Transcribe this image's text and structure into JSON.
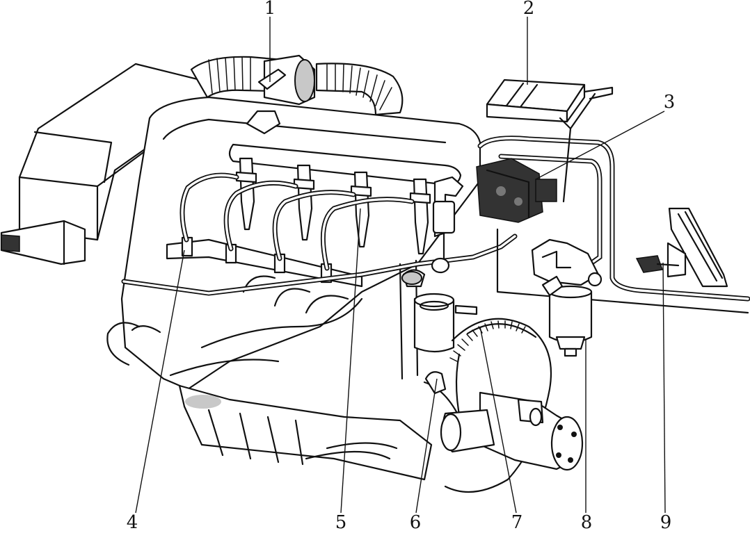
{
  "callouts": {
    "n1": "1",
    "n2": "2",
    "n3": "3",
    "n4": "4",
    "n5": "5",
    "n6": "6",
    "n7": "7",
    "n8": "8",
    "n9": "9"
  },
  "icons": {
    "air-filter": "air-filter-box-icon",
    "engine": "engine-block-icon",
    "ecu": "control-unit-icon",
    "pump": "high-pressure-pump-icon",
    "rail": "common-rail-icon",
    "injector": "injector-icon",
    "sensor": "sensor-icon",
    "flywheel": "flywheel-icon",
    "starter": "starter-motor-icon",
    "filter": "fuel-filter-icon",
    "pedal": "accelerator-pedal-icon"
  },
  "colors": {
    "ink": "#111111",
    "shade": "#c8c8c8",
    "dark": "#333333"
  }
}
